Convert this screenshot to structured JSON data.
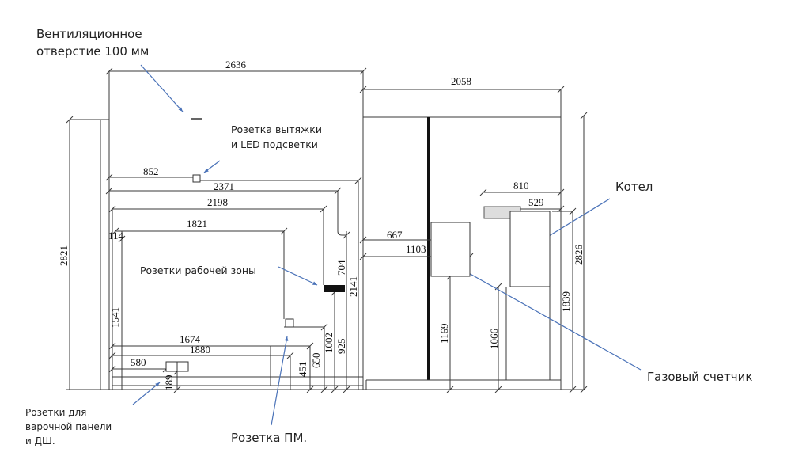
{
  "title": "Kitchen wall elevation with socket and utility layout",
  "annotations": {
    "vent": [
      "Вентиляционное",
      "отверстие 100 мм"
    ],
    "hood_socket": [
      "Розетка вытяжки",
      "и LED подсветки"
    ],
    "work_sockets": "Розетки рабочей зоны",
    "boiler": "Котел",
    "gas_meter": "Газовый счетчик",
    "hob_sockets": [
      "Розетки для",
      "варочной панели",
      "и ДШ."
    ],
    "dishwasher_socket": "Розетка ПМ."
  },
  "dimensions": {
    "left_wall_width": "2636",
    "right_wall_width": "2058",
    "left_height": "2821",
    "right_height": "2826",
    "hood_socket_offset": "852",
    "d2371": "2371",
    "d2198": "2198",
    "d1821": "1821",
    "d114": "114",
    "d1541": "1541",
    "d1674": "1674",
    "d1880": "1880",
    "d580": "580",
    "d189": "189",
    "d451": "451",
    "d650": "650",
    "d1002": "1002",
    "d925": "925",
    "d704": "704",
    "d2141": "2141",
    "d667": "667",
    "d1103": "1103",
    "d1169": "1169",
    "d1066": "1066",
    "d810": "810",
    "d529": "529",
    "d1839": "1839"
  },
  "colors": {
    "line": "#3a3a3a",
    "arrow": "#4a72b8",
    "text": "#222222"
  }
}
